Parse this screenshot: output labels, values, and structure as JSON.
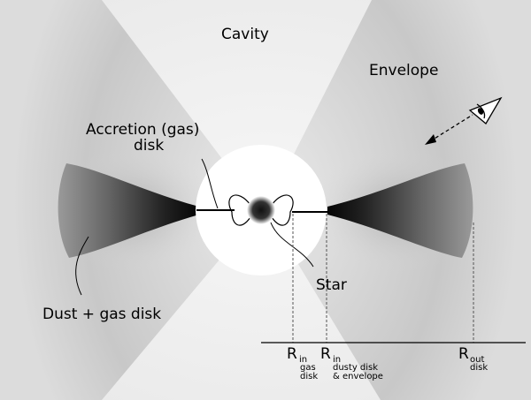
{
  "labels": {
    "cavity": "Cavity",
    "envelope": "Envelope",
    "accretion_line1": "Accretion (gas)",
    "accretion_line2": "disk",
    "star": "Star",
    "dust_gas_disk": "Dust + gas disk"
  },
  "radii": {
    "rin_gas": {
      "symbol": "R",
      "sub": "in",
      "desc_line1": "gas",
      "desc_line2": "disk"
    },
    "rin_dusty": {
      "symbol": "R",
      "sub": "in",
      "desc_line1": "dusty disk",
      "desc_line2": "& envelope"
    },
    "rout": {
      "symbol": "R",
      "sub": "out",
      "desc_line1": "disk",
      "desc_line2": ""
    }
  },
  "icons": [
    "eye-icon",
    "viewing-direction-arrow"
  ],
  "colors": {
    "background": "#ffffff",
    "envelope_shade": "#cfcfcf",
    "disk_dark": "#111111",
    "star_core": "#222222",
    "line": "#000000"
  }
}
